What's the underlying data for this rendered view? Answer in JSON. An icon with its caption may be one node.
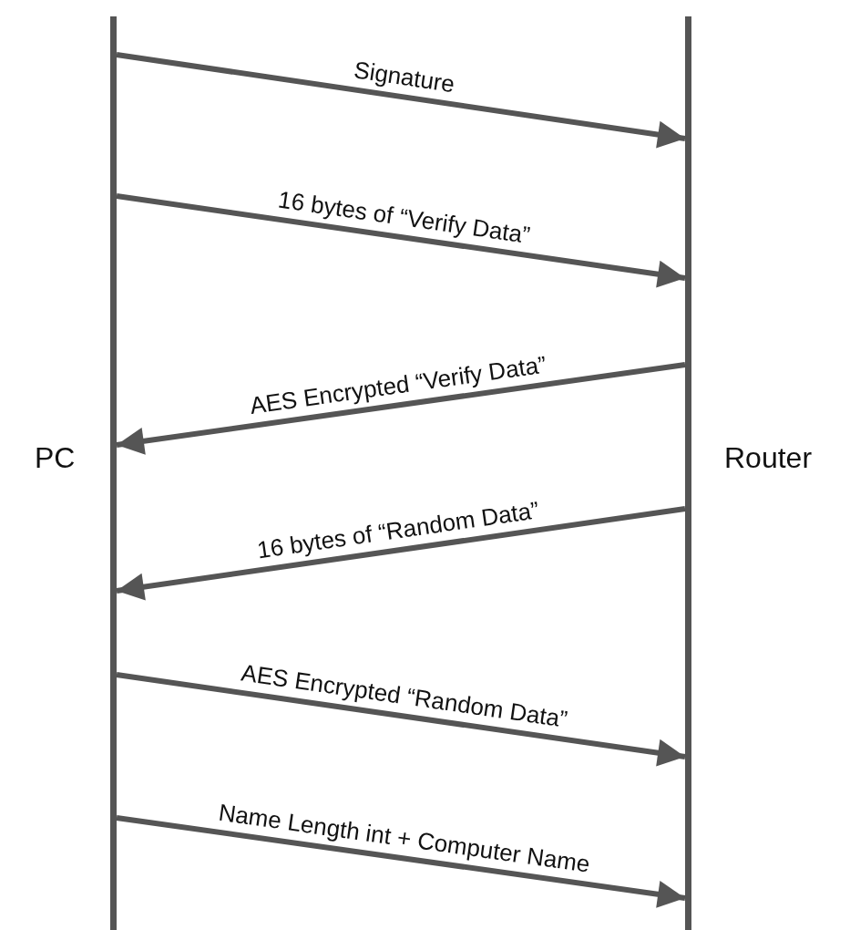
{
  "diagram": {
    "nodes": [
      {
        "text": [
          "PC"
        ]
      },
      {
        "text": [
          "Router"
        ]
      }
    ],
    "edges": [
      {
        "from": 0,
        "to": 1,
        "arrow": "to",
        "label": "Signature"
      },
      {
        "from": 0,
        "to": 1,
        "arrow": "to",
        "label": "16 bytes of “Verify Data”"
      },
      {
        "from": 1,
        "to": 0,
        "arrow": "to",
        "label": "AES Encrypted “Verify Data”"
      },
      {
        "from": 1,
        "to": 0,
        "arrow": "to",
        "label": "16 bytes of “Random Data”"
      },
      {
        "from": 0,
        "to": 1,
        "arrow": "to",
        "label": "AES Encrypted “Random Data”"
      },
      {
        "from": 0,
        "to": 1,
        "arrow": "to",
        "label": "Name Length int + Computer Name"
      }
    ]
  }
}
